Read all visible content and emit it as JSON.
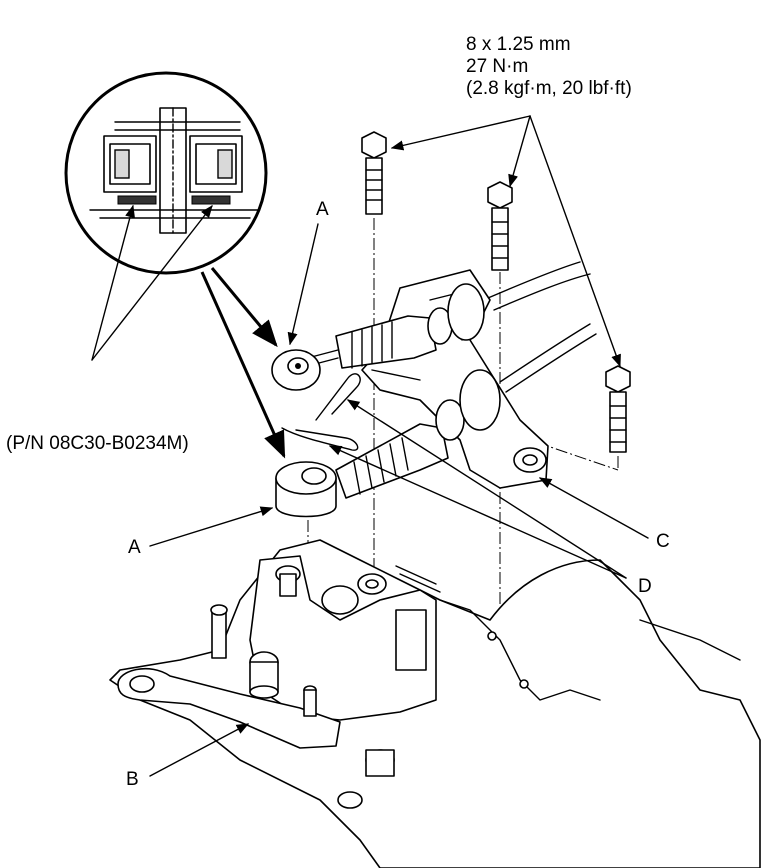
{
  "torque_spec": {
    "line1": "8 x 1.25 mm",
    "line2": "27 N·m",
    "line3": "(2.8 kgf·m, 20 lbf·ft)"
  },
  "labels": {
    "a_top": "A",
    "a_bottom": "A",
    "b": "B",
    "c": "C",
    "d": "D",
    "part_number": "(P/N 08C30-B0234M)"
  }
}
